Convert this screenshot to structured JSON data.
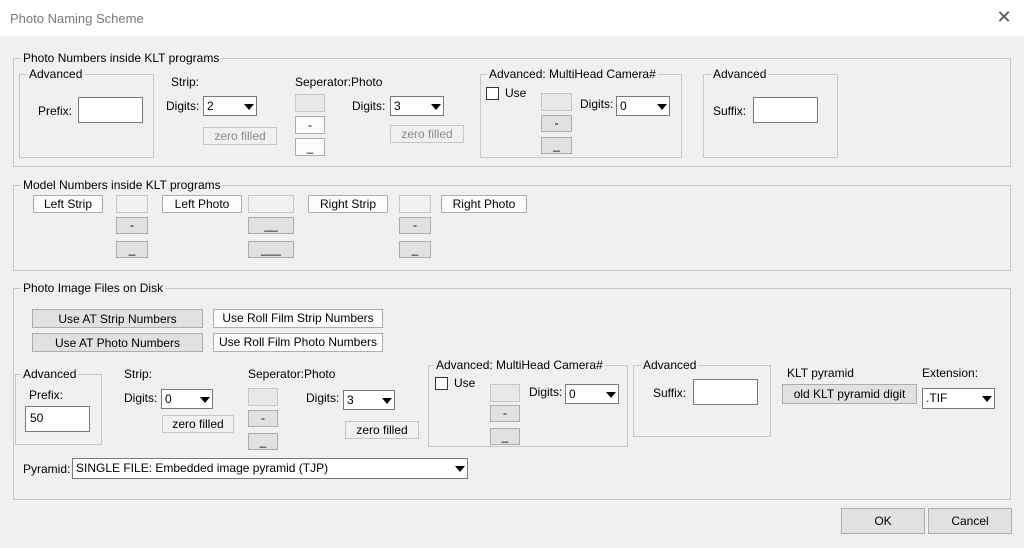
{
  "window": {
    "title": "Photo Naming Scheme",
    "close_glyph": "✕"
  },
  "g1": {
    "legend": "Photo Numbers inside KLT programs",
    "adv_prefix": {
      "legend": "Advanced",
      "prefix_label": "Prefix:",
      "prefix_value": ""
    },
    "strip_label": "Strip:",
    "strip_digits_label": "Digits:",
    "strip_digits_value": "2",
    "strip_zero_filled": "zero filled",
    "separator_label": "Seperator:",
    "photo_label": "Photo",
    "sep_btn_1": "",
    "sep_btn_2": "-",
    "sep_btn_3": "_",
    "photo_digits_label": "Digits:",
    "photo_digits_value": "3",
    "photo_zero_filled": "zero filled",
    "multihead": {
      "legend": "Advanced: MultiHead Camera#",
      "use_label": "Use",
      "btn_1": "",
      "btn_2": "-",
      "btn_3": "_",
      "digits_label": "Digits:",
      "digits_value": "0"
    },
    "adv_suffix": {
      "legend": "Advanced",
      "suffix_label": "Suffix:",
      "suffix_value": ""
    }
  },
  "g2": {
    "legend": "Model Numbers inside KLT programs",
    "left_strip": "Left Strip",
    "left_photo": "Left Photo",
    "right_strip": "Right Strip",
    "right_photo": "Right Photo",
    "c1": {
      "b1": "",
      "b2": "-",
      "b3": "_"
    },
    "c2": {
      "b1": "",
      "b2": "__",
      "b3": "___"
    },
    "c3": {
      "b1": "",
      "b2": "-",
      "b3": "_"
    }
  },
  "g3": {
    "legend": "Photo Image Files on Disk",
    "use_at_strip": "Use AT Strip Numbers",
    "use_roll_strip": "Use Roll Film Strip Numbers",
    "use_at_photo": "Use AT Photo Numbers",
    "use_roll_photo": "Use Roll Film Photo Numbers",
    "adv_prefix": {
      "legend": "Advanced",
      "prefix_label": "Prefix:",
      "prefix_value": "50"
    },
    "strip_label": "Strip:",
    "strip_digits_label": "Digits:",
    "strip_digits_value": "0",
    "strip_zero_filled": "zero filled",
    "separator_label": "Seperator:",
    "photo_label": "Photo",
    "sep_btn_1": "",
    "sep_btn_2": "-",
    "sep_btn_3": "_",
    "photo_digits_label": "Digits:",
    "photo_digits_value": "3",
    "photo_zero_filled": "zero filled",
    "multihead": {
      "legend": "Advanced: MultiHead Camera#",
      "use_label": "Use",
      "btn_1": "",
      "btn_2": "-",
      "btn_3": "_",
      "digits_label": "Digits:",
      "digits_value": "0"
    },
    "adv_suffix": {
      "legend": "Advanced",
      "suffix_label": "Suffix:",
      "suffix_value": ""
    },
    "klt_pyramid_label": "KLT pyramid",
    "klt_pyramid_btn": "old KLT pyramid digit",
    "extension_label": "Extension:",
    "extension_value": ".TIF",
    "pyramid_label": "Pyramid:",
    "pyramid_value": "SINGLE FILE: Embedded image pyramid (TJP)"
  },
  "footer": {
    "ok": "OK",
    "cancel": "Cancel"
  }
}
